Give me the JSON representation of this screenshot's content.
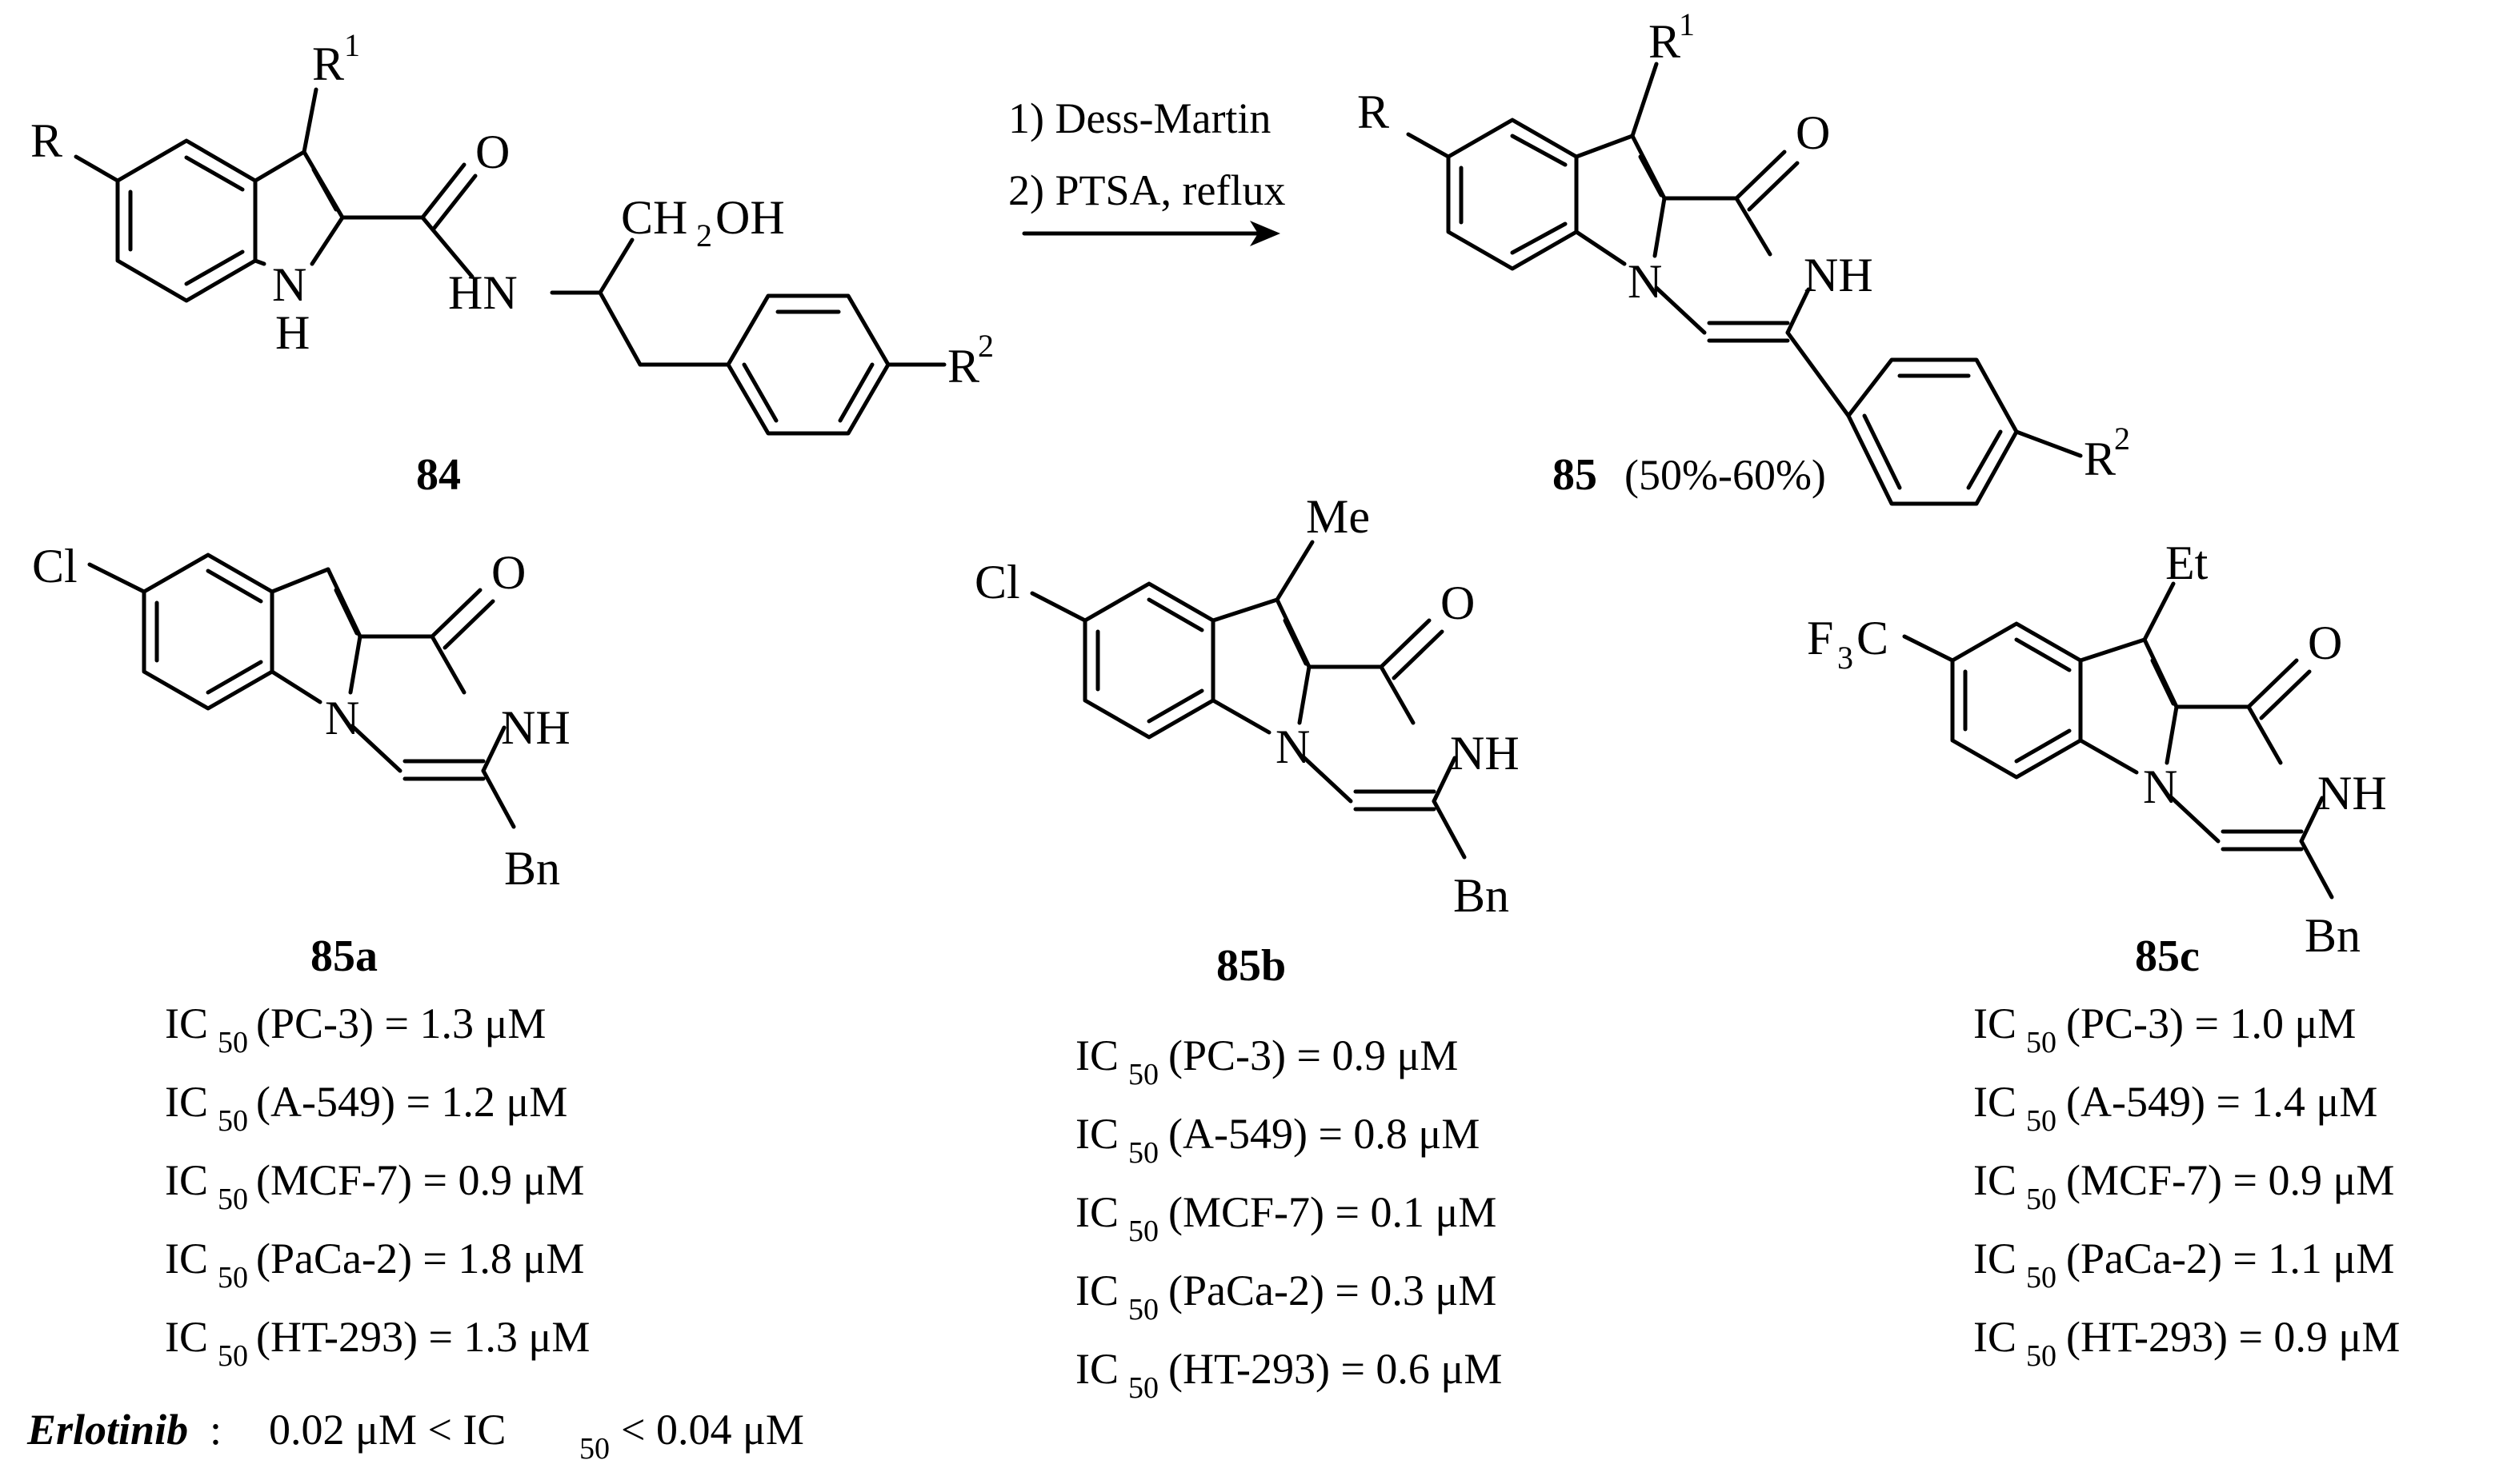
{
  "atoms": {
    "R": "R",
    "R1": "R",
    "R1_sup": "1",
    "R2": "R",
    "R2_sup": "2",
    "O": "O",
    "N": "N",
    "H": "H",
    "NH": "NH",
    "HN": "HN",
    "CH": "CH",
    "two": "2",
    "OH": "OH",
    "Cl": "Cl",
    "Me": "Me",
    "Et": "Et",
    "F": "F",
    "three": "3",
    "C": "C",
    "Bn": "Bn"
  },
  "reaction": {
    "condition_1": "1) Dess-Martin",
    "condition_2": "2) PTSA, reflux"
  },
  "compounds": {
    "c84": {
      "label": "84"
    },
    "c85": {
      "label": "85",
      "yield": "(50%-60%)"
    },
    "c85a": {
      "label": "85a",
      "ic50": [
        {
          "cell": "(PC-3) = 1.3 μM"
        },
        {
          "cell": "(A-549) = 1.2 μM"
        },
        {
          "cell": "(MCF-7) = 0.9 μM"
        },
        {
          "cell": "(PaCa-2) = 1.8 μM"
        },
        {
          "cell": "(HT-293) = 1.3 μM"
        }
      ]
    },
    "c85b": {
      "label": "85b",
      "ic50": [
        {
          "cell": "(PC-3) = 0.9 μM"
        },
        {
          "cell": "(A-549) = 0.8 μM"
        },
        {
          "cell": "(MCF-7) = 0.1 μM"
        },
        {
          "cell": "(PaCa-2) = 0.3 μM"
        },
        {
          "cell": "(HT-293) = 0.6 μM"
        }
      ]
    },
    "c85c": {
      "label": "85c",
      "ic50": [
        {
          "cell": "(PC-3) = 1.0 μM"
        },
        {
          "cell": "(A-549) = 1.4 μM"
        },
        {
          "cell": "(MCF-7) = 0.9 μM"
        },
        {
          "cell": "(PaCa-2) = 1.1 μM"
        },
        {
          "cell": "(HT-293) = 0.9 μM"
        }
      ]
    }
  },
  "ic50_label": {
    "ic": "IC",
    "sub": "50"
  },
  "erlotinib": {
    "name": "Erlotinib",
    "colon": ":",
    "range_left": "0.02 μM < IC",
    "range_sub": "50",
    "range_right": "< 0.04 μM"
  }
}
